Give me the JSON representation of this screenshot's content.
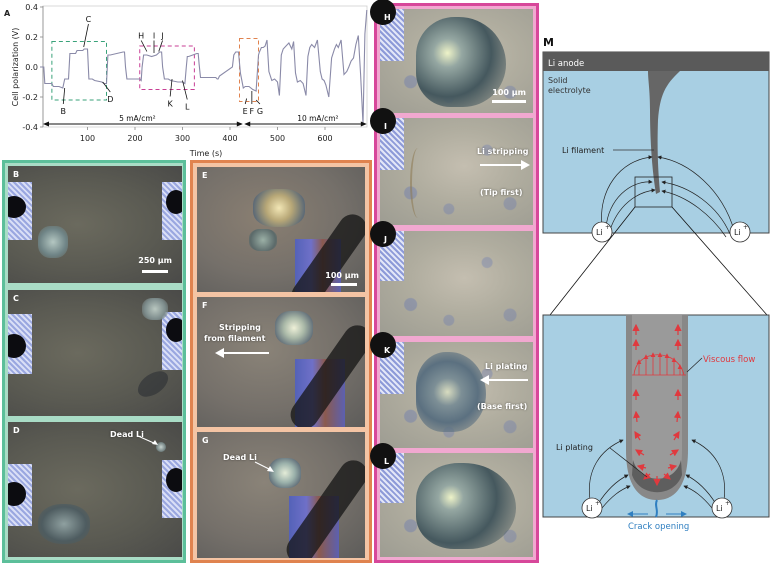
{
  "panels": {
    "A": "A",
    "B": "B",
    "C": "C",
    "D": "D",
    "E": "E",
    "F": "F",
    "G": "G",
    "H": "H",
    "I": "I",
    "J": "J",
    "K": "K",
    "L": "L",
    "M": "M"
  },
  "colors": {
    "green_frame": "#5cbf9a",
    "green_inner": "#a9dcc6",
    "orange_frame": "#e0834f",
    "orange_inner": "#f4c4a4",
    "pink_frame": "#d7479a",
    "pink_inner": "#f1a8d0",
    "trace": "#8a8aa8",
    "electrolyte": "#a8cfe3",
    "anode": "#5a5a5a",
    "filament": "#666666",
    "viscous": "#e0393e",
    "crack": "#2f7fc1"
  },
  "chart_data": {
    "type": "line",
    "title": "",
    "xlabel": "Time (s)",
    "ylabel": "Cell polarization (V)",
    "xlim": [
      0,
      690
    ],
    "ylim": [
      -0.4,
      0.4
    ],
    "xticks": [
      "100",
      "200",
      "300",
      "400",
      "500",
      "600"
    ],
    "xtick_values": [
      100,
      200,
      300,
      400,
      500,
      600
    ],
    "yticks": [
      "0.4",
      "0.2",
      "0.0",
      "-0.2",
      "-0.4"
    ],
    "ytick_values": [
      0.4,
      0.2,
      0.0,
      -0.2,
      -0.4
    ],
    "series": [
      {
        "name": "Cell polarization",
        "x": [
          0,
          8,
          10,
          25,
          28,
          40,
          48,
          52,
          55,
          60,
          63,
          75,
          78,
          90,
          93,
          100,
          103,
          110,
          115,
          130,
          135,
          140,
          143,
          145,
          148,
          175,
          178,
          180,
          183,
          210,
          213,
          215,
          218,
          225,
          235,
          245,
          252,
          256,
          258,
          262,
          270,
          275,
          290,
          300,
          305,
          308,
          310,
          313,
          330,
          333,
          335,
          338,
          370,
          373,
          375,
          378,
          405,
          408,
          412,
          418,
          422,
          428,
          432,
          440,
          448,
          455,
          460,
          462,
          466,
          470,
          474,
          478,
          482,
          488,
          494,
          500,
          504,
          508,
          512,
          518,
          524,
          530,
          534,
          538,
          542,
          548,
          554,
          560,
          564,
          568,
          572,
          578,
          584,
          590,
          594,
          598,
          602,
          608,
          614,
          620,
          624,
          628,
          634,
          640,
          646,
          650,
          655,
          660,
          665,
          670,
          675,
          680,
          684,
          688
        ],
        "y": [
          0.0,
          0.0,
          -0.11,
          -0.11,
          -0.13,
          -0.13,
          -0.14,
          -0.08,
          -0.08,
          -0.08,
          0.09,
          0.09,
          0.11,
          0.11,
          0.12,
          0.12,
          -0.08,
          -0.08,
          -0.09,
          -0.1,
          -0.11,
          -0.11,
          0.08,
          0.08,
          0.08,
          0.1,
          0.1,
          0.0,
          -0.08,
          -0.08,
          -0.09,
          0.0,
          0.08,
          0.08,
          0.07,
          0.08,
          0.1,
          0.1,
          0.0,
          -0.08,
          -0.08,
          -0.09,
          -0.1,
          -0.1,
          -0.11,
          0.0,
          0.07,
          0.07,
          0.09,
          0.09,
          0.02,
          -0.07,
          -0.07,
          -0.08,
          -0.08,
          -0.06,
          0.0,
          0.08,
          0.1,
          0.1,
          -0.04,
          -0.14,
          -0.13,
          -0.13,
          -0.15,
          -0.16,
          0.08,
          0.1,
          0.13,
          0.13,
          0.14,
          0.18,
          -0.03,
          -0.09,
          -0.08,
          -0.1,
          -0.19,
          0.08,
          0.12,
          0.14,
          0.16,
          0.12,
          0.17,
          -0.04,
          -0.1,
          -0.09,
          -0.11,
          -0.19,
          0.07,
          0.13,
          0.15,
          0.13,
          0.18,
          -0.03,
          -0.08,
          -0.09,
          -0.12,
          -0.2,
          0.06,
          0.12,
          0.15,
          0.13,
          0.18,
          -0.05,
          -0.03,
          0.0,
          0.04,
          0.06,
          0.15,
          0.21,
          -0.05,
          -0.38,
          0.22,
          0.38
        ]
      }
    ],
    "annotations": {
      "point_labels": [
        "B",
        "C",
        "D",
        "H",
        "I",
        "J",
        "K",
        "L",
        "E",
        "F",
        "G"
      ],
      "region_5": "5 mA/cm²",
      "region_10": "10 mA/cm²",
      "boxes": [
        {
          "color": "green",
          "x": [
            25,
            140
          ],
          "y": [
            -0.22,
            0.17
          ]
        },
        {
          "color": "pink",
          "x": [
            210,
            325
          ],
          "y": [
            -0.15,
            0.14
          ]
        },
        {
          "color": "orange",
          "x": [
            420,
            460
          ],
          "y": [
            -0.23,
            0.19
          ]
        }
      ]
    }
  },
  "micrographs": {
    "B_scale": "250 μm",
    "D_dead": "Dead Li",
    "E_scale": "100 μm",
    "F_text": "Stripping\nfrom filament",
    "F_line1": "Stripping",
    "F_line2": "from filament",
    "G_dead": "Dead Li",
    "H_scale": "100 μm",
    "I_text": "Li stripping",
    "I_sub": "(Tip first)",
    "K_text": "Li plating",
    "K_sub": "(Base first)"
  },
  "schematic": {
    "anode": "Li anode",
    "solid1": "Solid",
    "solid2": "electrolyte",
    "filament": "Li filament",
    "li_ion": "Li",
    "plus": "+",
    "viscous": "Viscous flow",
    "plating": "Li plating",
    "crack": "Crack opening"
  }
}
